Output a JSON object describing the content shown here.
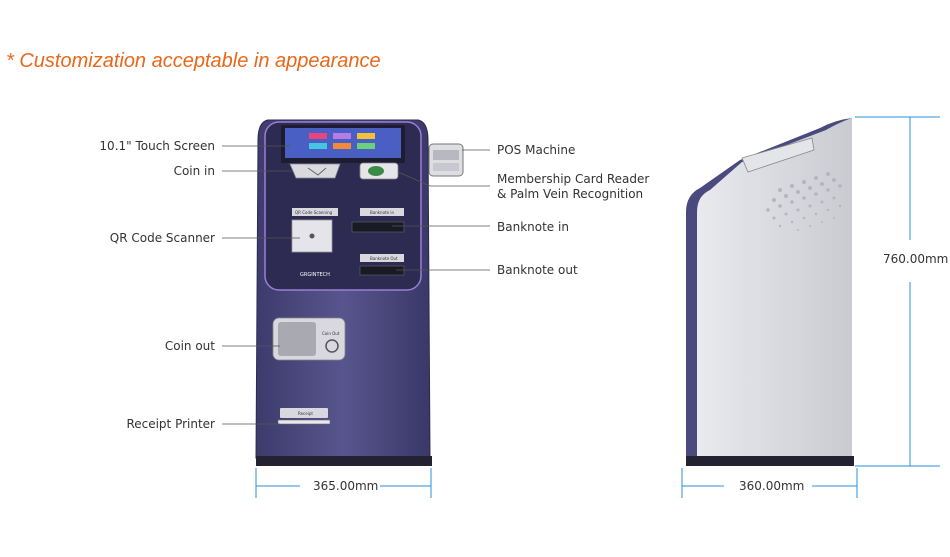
{
  "title": "* Customization acceptable in appearance",
  "labels": {
    "touch_screen": "10.1\" Touch Screen",
    "coin_in": "Coin in",
    "qr_scanner": "QR Code Scanner",
    "coin_out": "Coin out",
    "receipt_printer": "Receipt Printer",
    "pos_machine": "POS Machine",
    "membership_line1": "Membership Card Reader",
    "membership_line2": "& Palm Vein Recognition",
    "banknote_in": "Banknote in",
    "banknote_out": "Banknote out"
  },
  "dimensions": {
    "front_width": "365.00mm",
    "side_width": "360.00mm",
    "side_height": "760.00mm"
  },
  "device_text": {
    "brand": "GRGINTECH",
    "qr_tag": "QR Code Scanning",
    "bn_in_tag": "Banknote in",
    "bn_out_tag": "Banknote Out",
    "coin_out_tag": "Coin Out",
    "receipt_tag": "Receipt"
  },
  "colors": {
    "title": "#e8681a",
    "dimension_line": "#2a8fd8",
    "kiosk_body": "#4b4a7e"
  }
}
